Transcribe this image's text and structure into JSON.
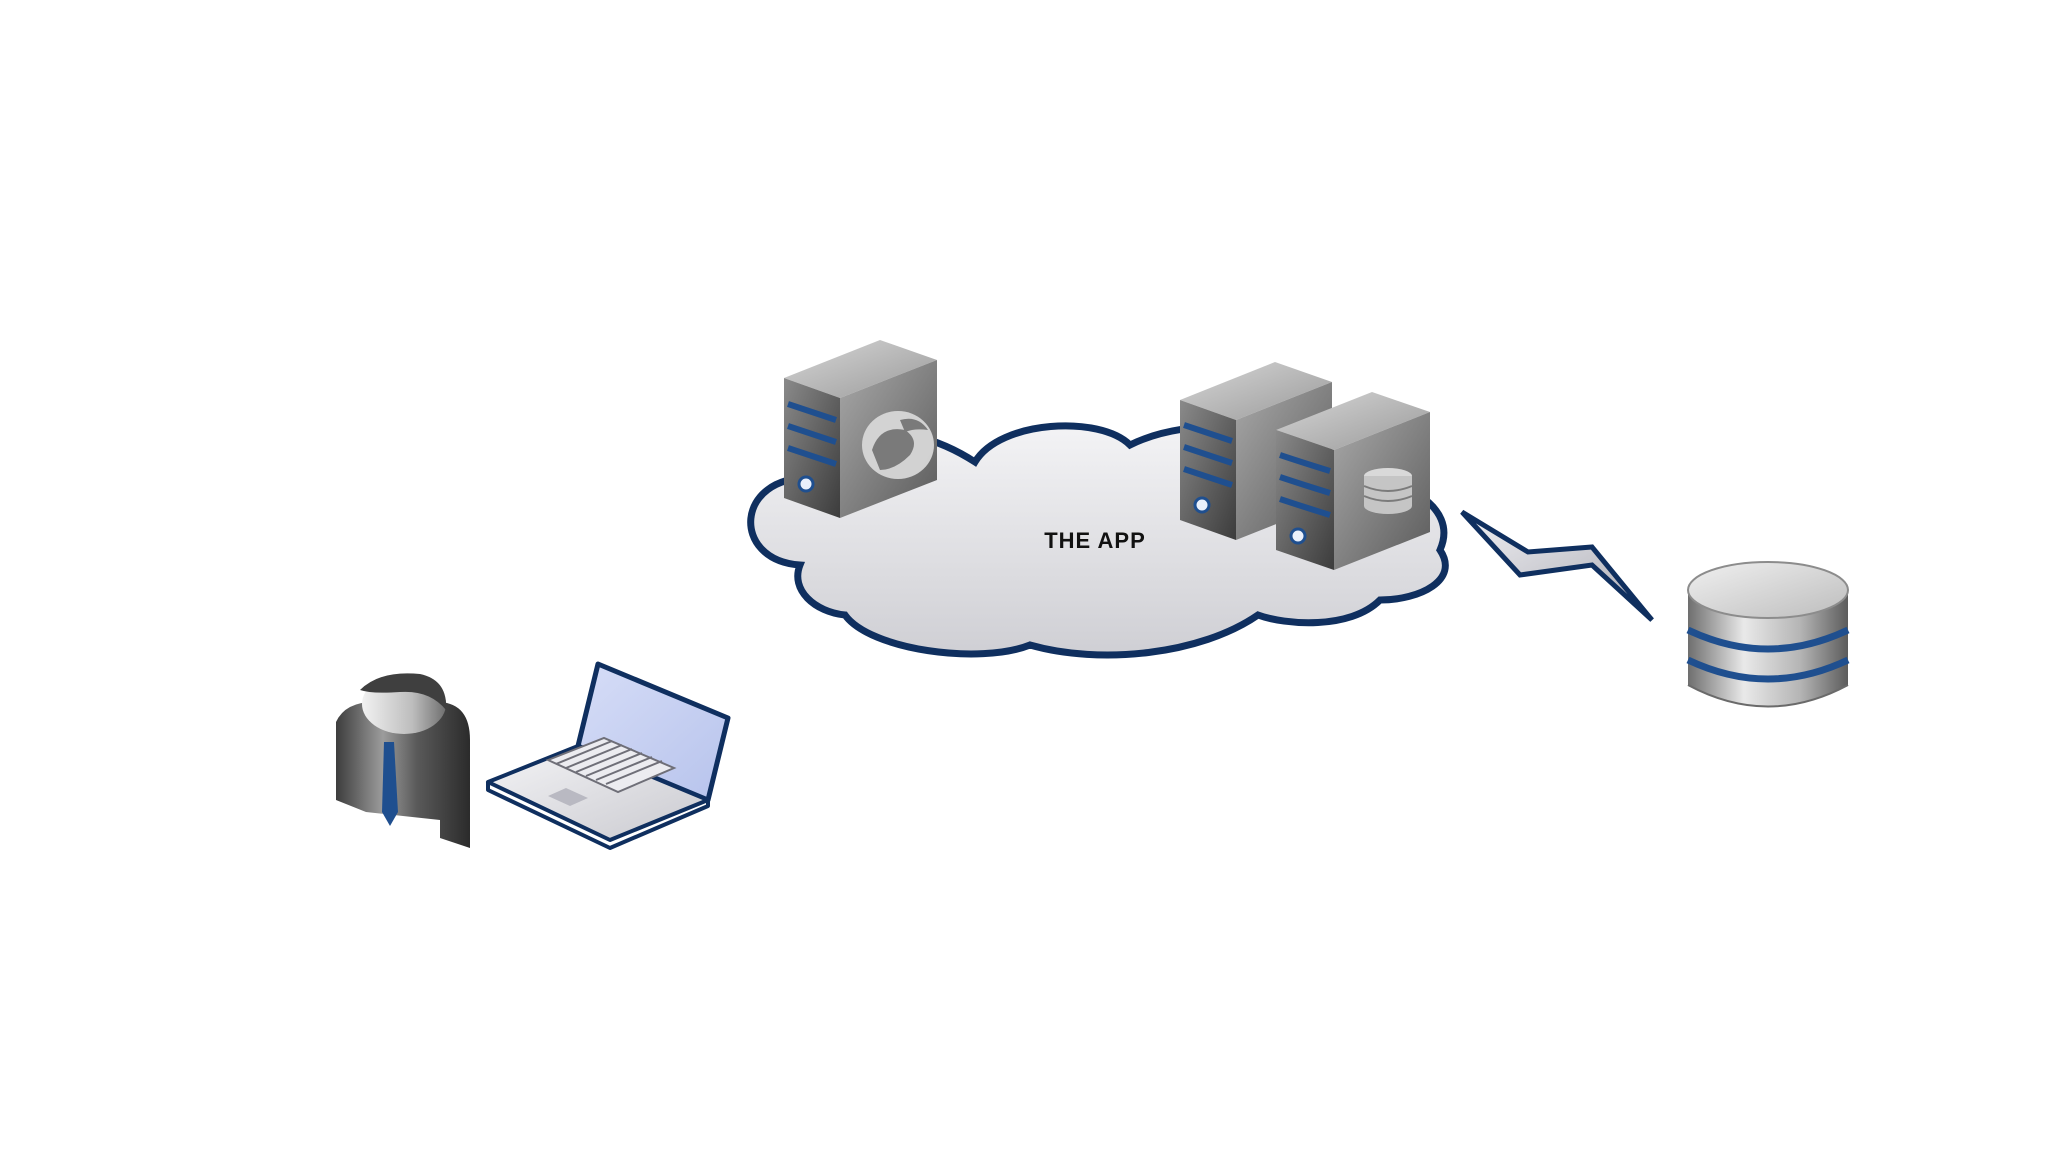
{
  "diagram": {
    "cloud": {
      "label": "THE APP"
    },
    "nodes": [
      {
        "id": "user",
        "icon": "user-icon"
      },
      {
        "id": "laptop",
        "icon": "laptop-icon"
      },
      {
        "id": "web-server",
        "icon": "web-server-icon"
      },
      {
        "id": "app-server",
        "icon": "app-server-icon"
      },
      {
        "id": "db-server",
        "icon": "database-server-icon"
      },
      {
        "id": "database",
        "icon": "database-icon"
      }
    ],
    "links": [
      {
        "from": "db-server",
        "to": "database",
        "style": "lightning"
      }
    ]
  },
  "colors": {
    "outline": "#0f2f5f",
    "accent_blue": "#1f4f8f",
    "cloud_fill": "#e6e6ea",
    "screen": "#c7d2f2",
    "metal_dark": "#4f4f4f",
    "metal_light": "#d9d9d9"
  }
}
